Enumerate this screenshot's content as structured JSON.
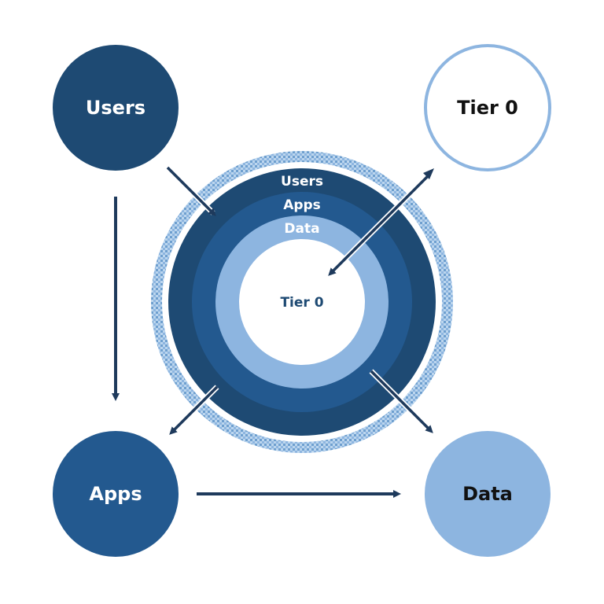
{
  "nodes": {
    "users": {
      "label": "Users",
      "color": "#1e4a73"
    },
    "tier0": {
      "label": "Tier 0",
      "color": "#ffffff",
      "border": "#8db5e0"
    },
    "apps": {
      "label": "Apps",
      "color": "#23598f"
    },
    "data": {
      "label": "Data",
      "color": "#8db5e0"
    }
  },
  "rings": {
    "users": {
      "label": "Users",
      "color": "#1e4a73"
    },
    "apps": {
      "label": "Apps",
      "color": "#23598f"
    },
    "data": {
      "label": "Data",
      "color": "#8db5e0"
    },
    "core": {
      "label": "Tier 0",
      "color": "#ffffff"
    }
  },
  "colors": {
    "arrow": "#1e3a5c",
    "hatch_light": "#bcd6ee",
    "hatch_dark": "#6e9fcf"
  }
}
